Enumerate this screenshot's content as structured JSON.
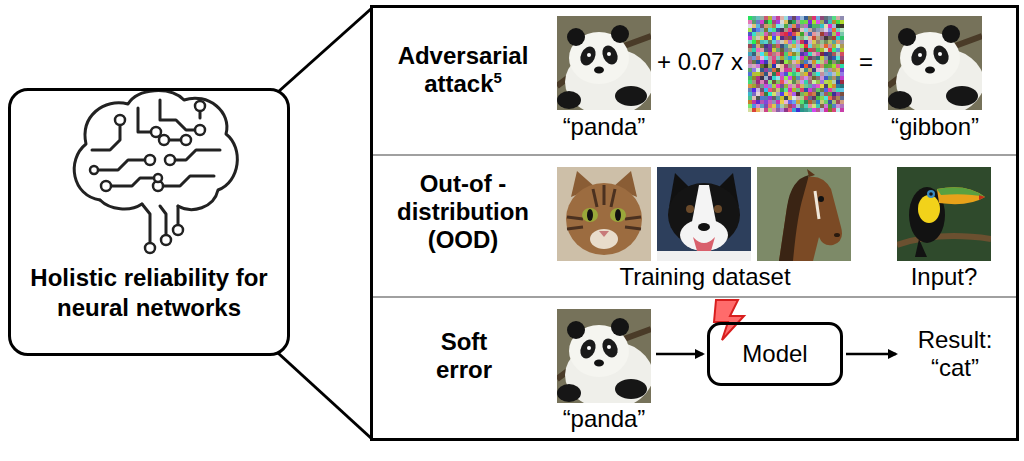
{
  "diagram": {
    "nodes": [
      {
        "text": [
          "Holistic reliability for neural networks"
        ]
      },
      {
        "text": [
          "Model"
        ]
      }
    ],
    "labels": [
      "Adversarial attack",
      "5",
      "“panda”",
      "+ 0.07 x",
      "=",
      "“gibbon”",
      "Out-of -distribution (OOD)",
      "Training dataset",
      "Input?",
      "Soft error",
      "“panda”",
      "Result: “cat”"
    ]
  }
}
